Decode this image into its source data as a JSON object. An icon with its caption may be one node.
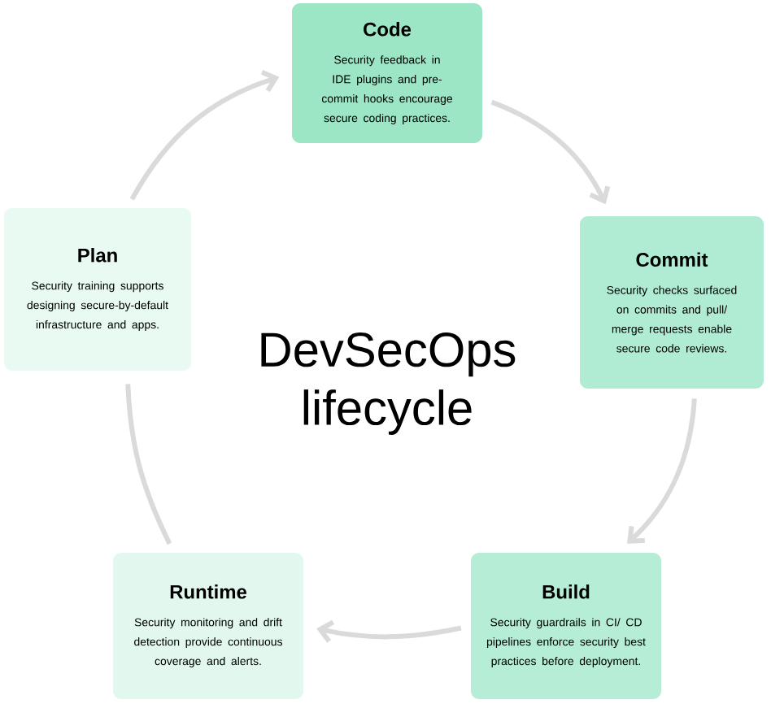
{
  "diagram": {
    "title": "DevSecOps lifecycle",
    "nodes": [
      {
        "text": [
          "Code",
          "Security feedback in IDE plugins and pre-commit hooks encourage secure coding practices."
        ]
      },
      {
        "text": [
          "Commit",
          "Security checks surfaced on commits and pull/ merge requests enable secure code reviews."
        ]
      },
      {
        "text": [
          "Build",
          "Security guardrails in CI/ CD pipelines enforce security best practices before deployment."
        ]
      },
      {
        "text": [
          "Runtime",
          "Security monitoring and drift detection provide continuous coverage and alerts."
        ]
      },
      {
        "text": [
          "Plan",
          "Security training supports designing secure-by-default infrastructure and apps."
        ]
      }
    ],
    "edges": [
      {
        "from": 0,
        "to": 1,
        "arrow": "to"
      },
      {
        "from": 1,
        "to": 2,
        "arrow": "to"
      },
      {
        "from": 2,
        "to": 3,
        "arrow": "to"
      },
      {
        "from": 3,
        "to": 4,
        "arrow": "none"
      },
      {
        "from": 4,
        "to": 0,
        "arrow": "to"
      }
    ]
  }
}
